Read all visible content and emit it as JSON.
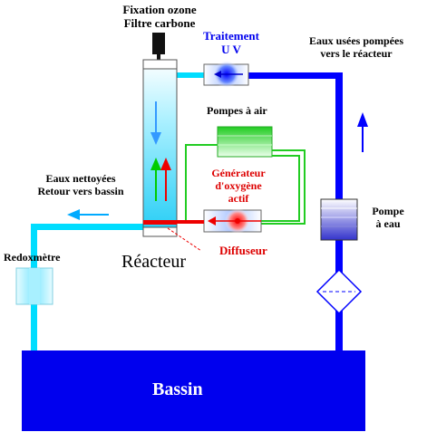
{
  "labels": {
    "ozone_filter_line1": "Fixation ozone",
    "ozone_filter_line2": "Filtre carbone",
    "uv_line1": "Traitement",
    "uv_line2": "U V",
    "wastewater_line1": "Eaux usées pompées",
    "wastewater_line2": "vers le réacteur",
    "air_pumps": "Pompes à air",
    "oxygen_gen_line1": "Générateur",
    "oxygen_gen_line2": "d'oxygène",
    "oxygen_gen_line3": "actif",
    "clean_water_line1": "Eaux nettoyées",
    "clean_water_line2": "Retour vers bassin",
    "water_pump_line1": "Pompe",
    "water_pump_line2": "à eau",
    "redox_meter": "Redoxmètre",
    "reactor": "Réacteur",
    "diffuser": "Diffuseur",
    "basin": "Bassin"
  },
  "colors": {
    "pipe_blue": "#0000ff",
    "pipe_cyan": "#00ddff",
    "air_green": "#22cc22",
    "oxygen_red": "#ee0000",
    "label_red": "#dd0000",
    "label_blue": "#0000ee",
    "basin_fill": "#0000ee"
  }
}
